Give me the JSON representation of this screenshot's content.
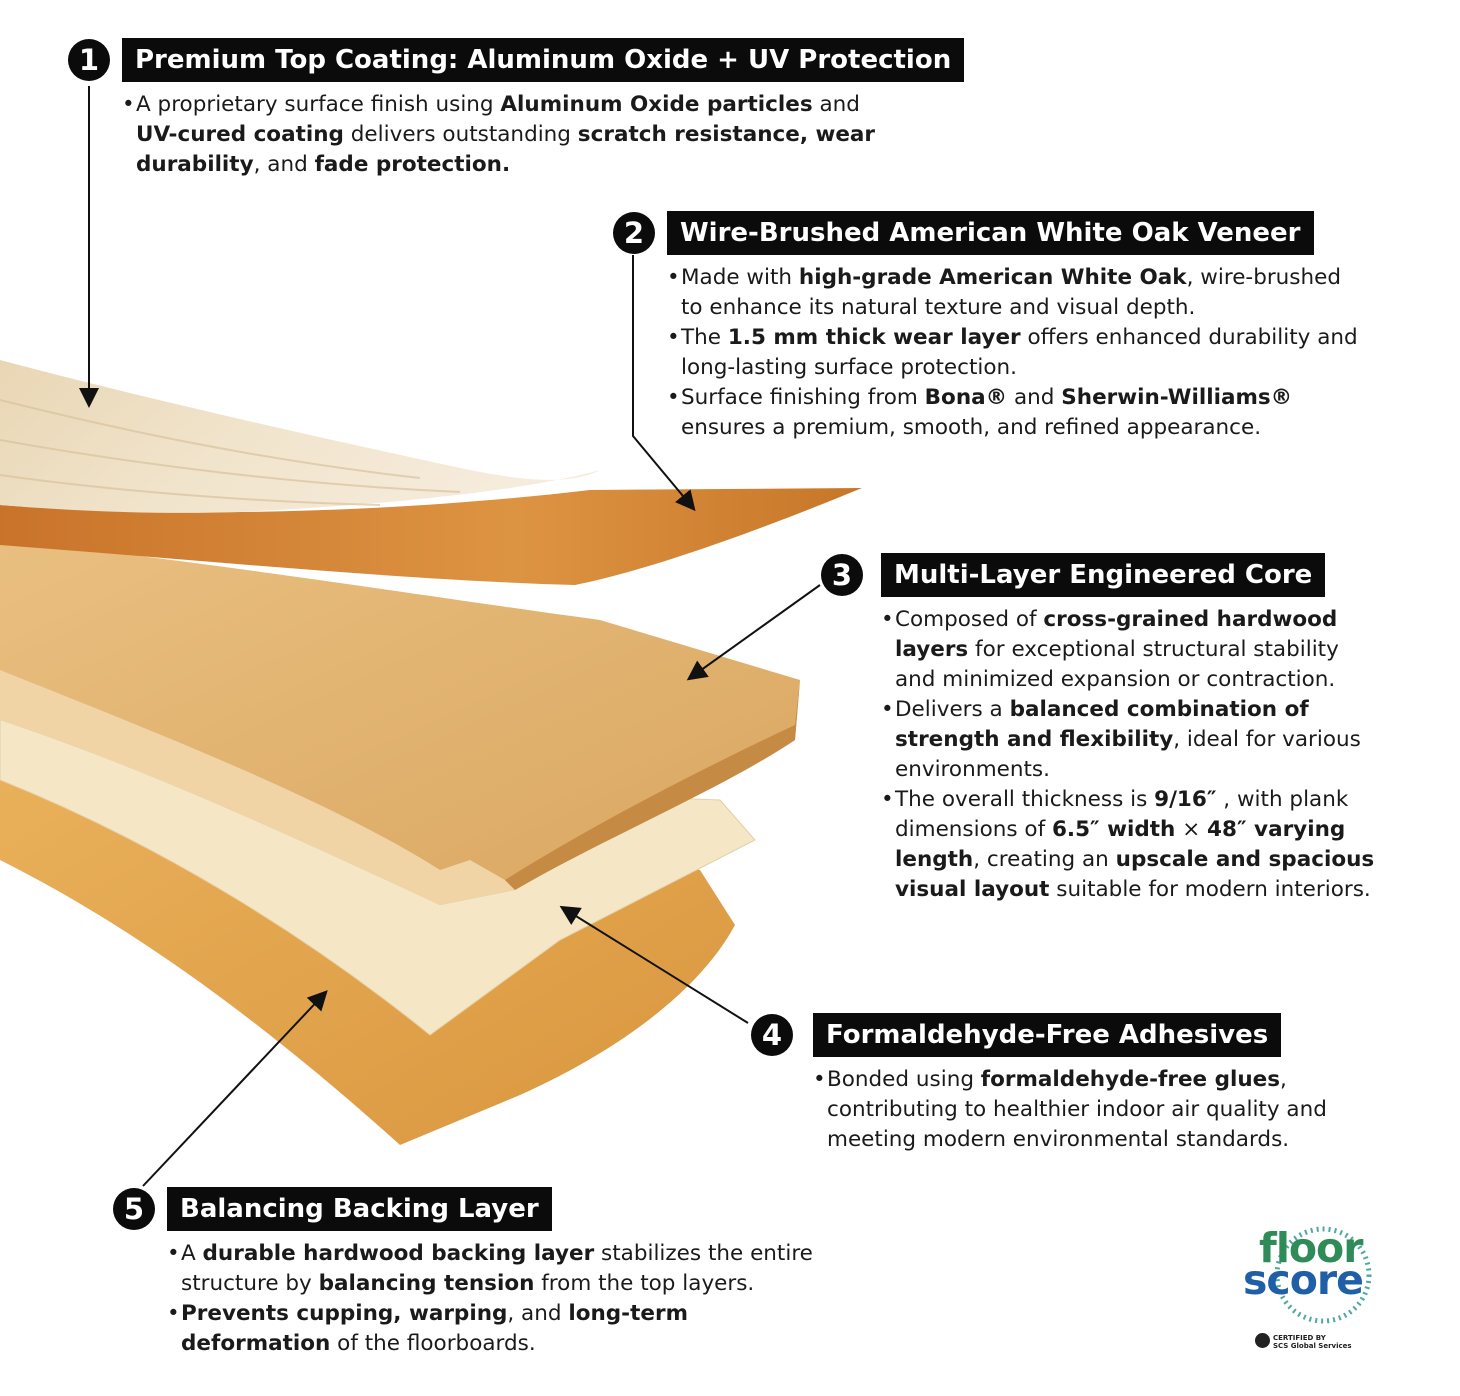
{
  "sections": [
    {
      "number": "1",
      "title": "Premium Top Coating: Aluminum Oxide + UV Protection",
      "bullets": [
        [
          {
            "t": "A proprietary surface finish using "
          },
          {
            "t": "Aluminum Oxide particles",
            "b": true
          },
          {
            "t": " and "
          },
          {
            "t": "UV-cured coating",
            "b": true
          },
          {
            "t": " delivers outstanding "
          },
          {
            "t": "scratch resistance, wear durability",
            "b": true
          },
          {
            "t": ", and "
          },
          {
            "t": "fade protection.",
            "b": true
          }
        ]
      ]
    },
    {
      "number": "2",
      "title": "Wire-Brushed American White Oak Veneer",
      "bullets": [
        [
          {
            "t": "Made with "
          },
          {
            "t": "high-grade American White Oak",
            "b": true
          },
          {
            "t": ", wire-brushed to enhance its natural texture and visual depth."
          }
        ],
        [
          {
            "t": "The "
          },
          {
            "t": "1.5 mm thick wear layer",
            "b": true
          },
          {
            "t": " offers enhanced durability and long-lasting surface protection."
          }
        ],
        [
          {
            "t": "Surface finishing from "
          },
          {
            "t": "Bona®",
            "b": true
          },
          {
            "t": " and "
          },
          {
            "t": "Sherwin-Williams®",
            "b": true
          },
          {
            "t": " ensures a premium, smooth, and refined appearance."
          }
        ]
      ]
    },
    {
      "number": "3",
      "title": "Multi-Layer Engineered Core",
      "bullets": [
        [
          {
            "t": "Composed of "
          },
          {
            "t": "cross-grained hardwood layers",
            "b": true
          },
          {
            "t": " for exceptional structural stability and minimized expansion or contraction."
          }
        ],
        [
          {
            "t": "Delivers a "
          },
          {
            "t": "balanced combination of strength and flexibility",
            "b": true
          },
          {
            "t": ", ideal for various environments."
          }
        ],
        [
          {
            "t": "The overall thickness is "
          },
          {
            "t": "9/16″",
            "b": true
          },
          {
            "t": " , with plank dimensions of "
          },
          {
            "t": "6.5″ width",
            "b": true
          },
          {
            "t": " × "
          },
          {
            "t": "48″ varying length",
            "b": true
          },
          {
            "t": ", creating an "
          },
          {
            "t": "upscale and spacious visual layout",
            "b": true
          },
          {
            "t": " suitable for modern interiors."
          }
        ]
      ]
    },
    {
      "number": "4",
      "title": "Formaldehyde-Free Adhesives",
      "bullets": [
        [
          {
            "t": "Bonded using "
          },
          {
            "t": "formaldehyde-free glues",
            "b": true
          },
          {
            "t": ", contributing to healthier indoor air quality and meeting modern environmental standards."
          }
        ]
      ]
    },
    {
      "number": "5",
      "title": "Balancing Backing Layer",
      "bullets": [
        [
          {
            "t": "A "
          },
          {
            "t": "durable hardwood backing layer",
            "b": true
          },
          {
            "t": " stabilizes the entire structure by "
          },
          {
            "t": "balancing tension",
            "b": true
          },
          {
            "t": " from the top layers."
          }
        ],
        [
          {
            "t": "Prevents cupping, warping",
            "b": true
          },
          {
            "t": ", and "
          },
          {
            "t": "long-term deformation",
            "b": true
          },
          {
            "t": " of the floorboards."
          }
        ]
      ]
    }
  ],
  "badge": {
    "word1": "floor",
    "word2": "score",
    "cert_line1": "CERTIFIED BY",
    "cert_line2": "SCS Global Services"
  },
  "colors": {
    "label_bg": "#0b0b0b",
    "veneer_top": "#ecdcc0",
    "veneer_edge": "#d88a35",
    "core": "#e6b877",
    "adhesive": "#f4e3c1",
    "backing": "#e2a450",
    "badge_green": "#2f8b57",
    "badge_blue": "#1f5fa8"
  }
}
